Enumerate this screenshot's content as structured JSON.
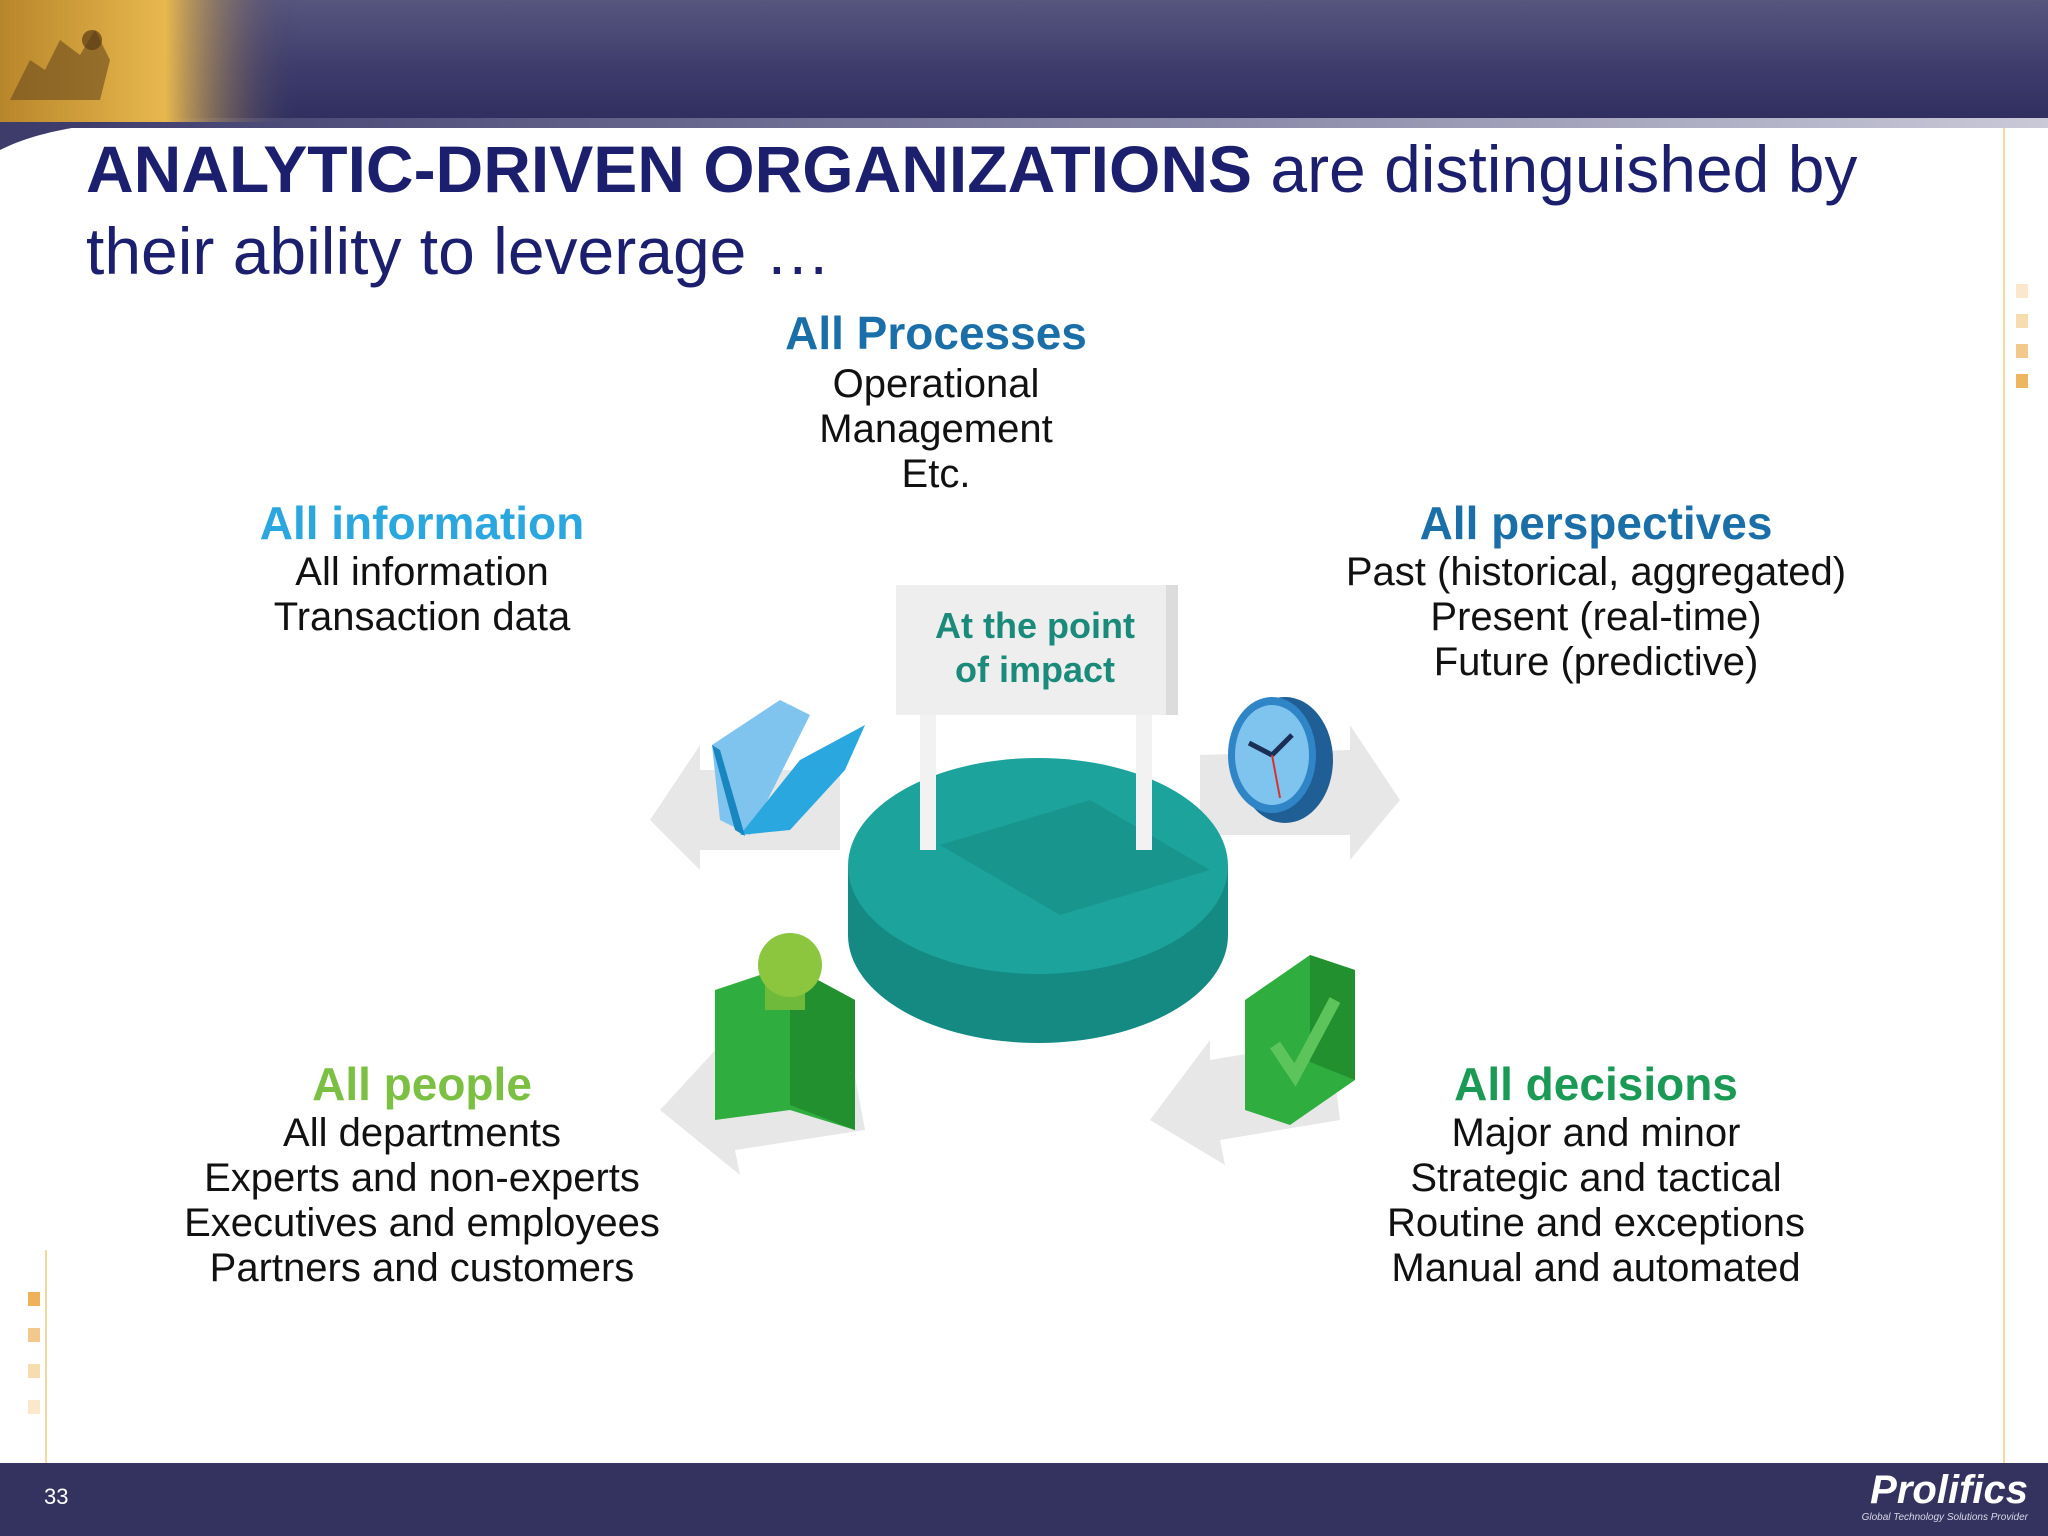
{
  "title": {
    "bold": "ANALYTIC-DRIVEN ORGANIZATIONS",
    "regular": " are distinguished by their ability to leverage …"
  },
  "processes": {
    "heading": "All Processes",
    "lines": [
      "Operational",
      "Management",
      "Etc."
    ]
  },
  "information": {
    "heading": "All information",
    "lines": [
      "All information",
      "Transaction data"
    ]
  },
  "perspectives": {
    "heading": "All perspectives",
    "lines": [
      "Past (historical, aggregated)",
      "Present (real-time)",
      "Future (predictive)"
    ]
  },
  "people": {
    "heading": "All people",
    "lines": [
      "All departments",
      "Experts and non-experts",
      "Executives and employees",
      "Partners and customers"
    ]
  },
  "decisions": {
    "heading": "All decisions",
    "lines": [
      "Major and minor",
      "Strategic and tactical",
      "Routine and exceptions",
      "Manual and automated"
    ]
  },
  "center": {
    "sign_line1": "At the point",
    "sign_line2": "of impact"
  },
  "footer": {
    "page_number": "33",
    "logo_name": "Prolifics",
    "logo_tagline": "Global Technology Solutions Provider"
  },
  "colors": {
    "title": "#1c1f6e",
    "processes": "#1a6fa8",
    "information": "#2aa7df",
    "perspectives": "#1a6fa8",
    "people": "#7cc043",
    "decisions": "#1a9a55",
    "center_disc": "#1ca39b",
    "bar": "#34335f"
  }
}
